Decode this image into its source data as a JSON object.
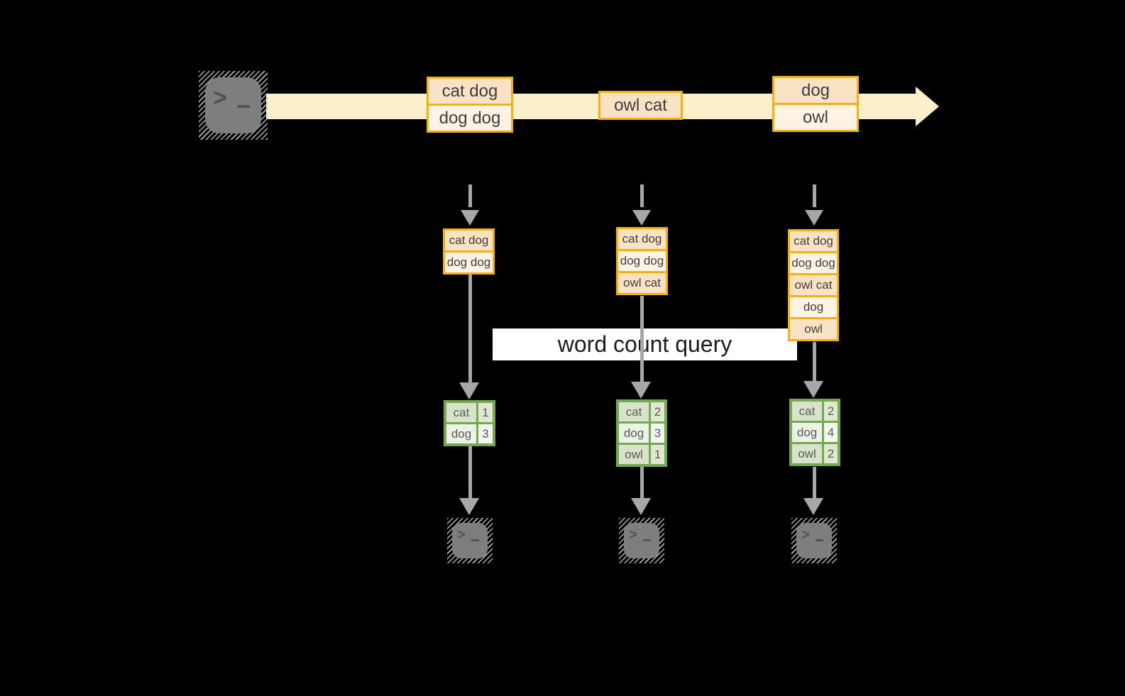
{
  "icons": {
    "prompt_char": ">"
  },
  "query_label": "word count query",
  "timeline": {
    "batches": [
      {
        "rows": [
          "cat dog",
          "dog dog"
        ]
      },
      {
        "rows": [
          "owl cat"
        ]
      },
      {
        "rows": [
          "dog",
          "owl"
        ]
      }
    ]
  },
  "columns": [
    {
      "input_rows": [
        "cat dog",
        "dog dog"
      ],
      "result": [
        {
          "word": "cat",
          "count": "1"
        },
        {
          "word": "dog",
          "count": "3"
        }
      ]
    },
    {
      "input_rows": [
        "cat dog",
        "dog dog",
        "owl cat"
      ],
      "result": [
        {
          "word": "cat",
          "count": "2"
        },
        {
          "word": "dog",
          "count": "3"
        },
        {
          "word": "owl",
          "count": "1"
        }
      ]
    },
    {
      "input_rows": [
        "cat dog",
        "dog dog",
        "owl cat",
        "dog",
        "owl"
      ],
      "result": [
        {
          "word": "cat",
          "count": "2"
        },
        {
          "word": "dog",
          "count": "4"
        },
        {
          "word": "owl",
          "count": "2"
        }
      ]
    }
  ],
  "colors": {
    "background": "#000000",
    "stream_band": "#FBF0C9",
    "batch_border": "#F1B113",
    "batch_fill_dark": "#FAE3C5",
    "batch_fill_light": "#FDF3E5",
    "result_border": "#73A950",
    "result_fill_dark": "#D8E4C9",
    "result_fill_light": "#EDF2E7",
    "arrow_gray": "#A7A7A7",
    "terminal_gray": "#7E7E7E",
    "label_bg": "#FFFFFF"
  }
}
